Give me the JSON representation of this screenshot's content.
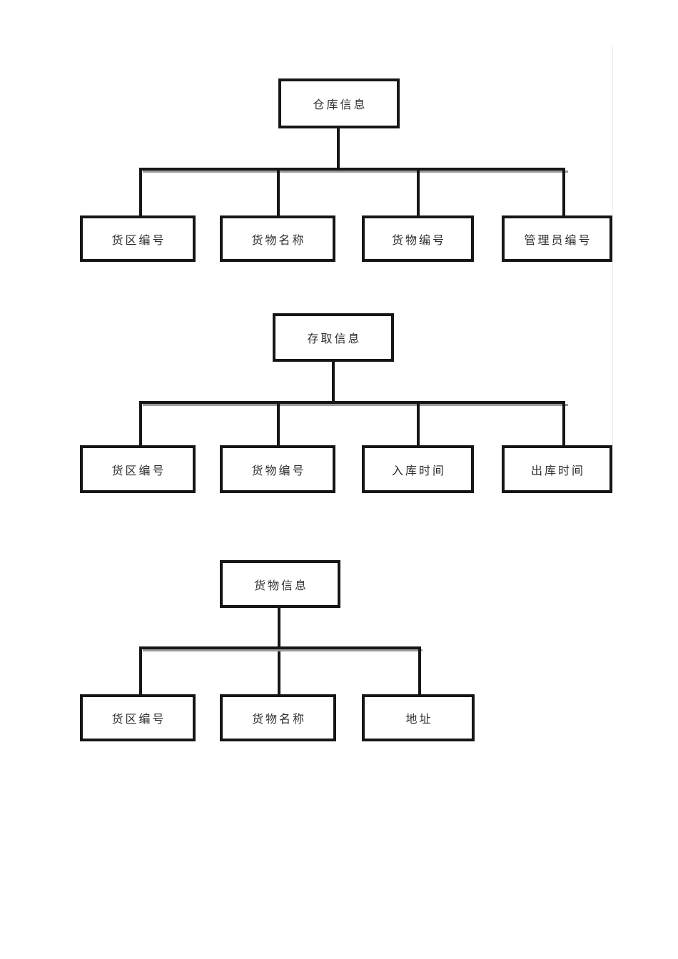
{
  "page": {
    "background": "#ffffff"
  },
  "colors": {
    "box_border": "#161616",
    "connector": "#161616",
    "connector_shadow": "#9b9b9b",
    "text": "#2d2d2d",
    "faint_artifact_line": "#ececec"
  },
  "diagrams": [
    {
      "id": "warehouse-info",
      "root": {
        "label": "仓库信息"
      },
      "children": [
        {
          "label": "货区编号"
        },
        {
          "label": "货物名称"
        },
        {
          "label": "货物编号"
        },
        {
          "label": "管理员编号"
        }
      ]
    },
    {
      "id": "access-info",
      "root": {
        "label": "存取信息"
      },
      "children": [
        {
          "label": "货区编号"
        },
        {
          "label": "货物编号"
        },
        {
          "label": "入库时间"
        },
        {
          "label": "出库时间"
        }
      ]
    },
    {
      "id": "cargo-info",
      "root": {
        "label": "货物信息"
      },
      "children": [
        {
          "label": "货区编号"
        },
        {
          "label": "货物名称"
        },
        {
          "label": "地址"
        }
      ]
    }
  ]
}
